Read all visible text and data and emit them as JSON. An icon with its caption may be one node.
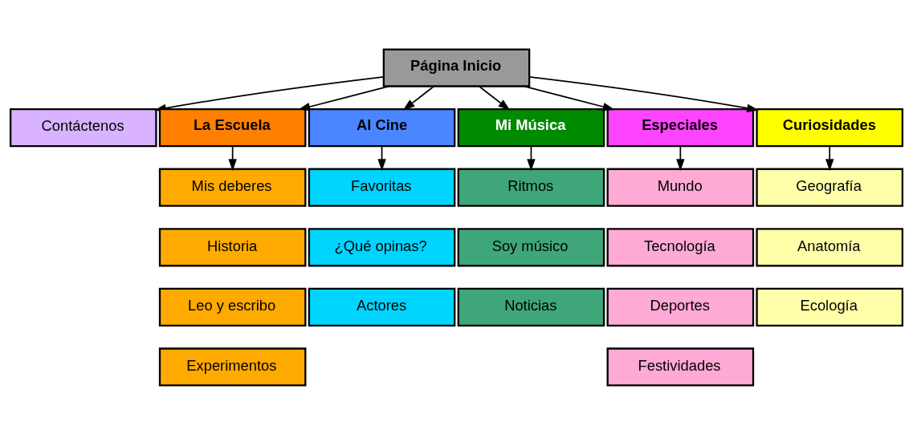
{
  "diagram": {
    "nodes": [
      {
        "text": [
          "Página Inicio"
        ]
      },
      {
        "text": [
          "Contáctenos"
        ]
      },
      {
        "text": [
          "La Escuela"
        ]
      },
      {
        "text": [
          "Al Cine"
        ]
      },
      {
        "text": [
          "Mi Música"
        ]
      },
      {
        "text": [
          "Especiales"
        ]
      },
      {
        "text": [
          "Curiosidades"
        ]
      },
      {
        "text": [
          "Mis deberes"
        ]
      },
      {
        "text": [
          "Historia"
        ]
      },
      {
        "text": [
          "Leo y escribo"
        ]
      },
      {
        "text": [
          "Experimentos"
        ]
      },
      {
        "text": [
          "Favoritas"
        ]
      },
      {
        "text": [
          "¿Qué opinas?"
        ]
      },
      {
        "text": [
          "Actores"
        ]
      },
      {
        "text": [
          "Ritmos"
        ]
      },
      {
        "text": [
          "Soy músico"
        ]
      },
      {
        "text": [
          "Noticias"
        ]
      },
      {
        "text": [
          "Mundo"
        ]
      },
      {
        "text": [
          "Tecnología"
        ]
      },
      {
        "text": [
          "Deportes"
        ]
      },
      {
        "text": [
          "Festividades"
        ]
      },
      {
        "text": [
          "Geografía"
        ]
      },
      {
        "text": [
          "Anatomía"
        ]
      },
      {
        "text": [
          "Ecología"
        ]
      }
    ],
    "edges": [
      {
        "from": 0,
        "to": 1,
        "arrow": "to"
      },
      {
        "from": 0,
        "to": 2,
        "arrow": "to"
      },
      {
        "from": 0,
        "to": 3,
        "arrow": "to"
      },
      {
        "from": 0,
        "to": 4,
        "arrow": "to"
      },
      {
        "from": 0,
        "to": 5,
        "arrow": "to"
      },
      {
        "from": 0,
        "to": 6,
        "arrow": "to"
      },
      {
        "from": 2,
        "to": 7,
        "arrow": "to"
      },
      {
        "from": 3,
        "to": 11,
        "arrow": "to"
      },
      {
        "from": 4,
        "to": 14,
        "arrow": "to"
      },
      {
        "from": 5,
        "to": 17,
        "arrow": "to"
      },
      {
        "from": 6,
        "to": 21,
        "arrow": "to"
      }
    ]
  }
}
